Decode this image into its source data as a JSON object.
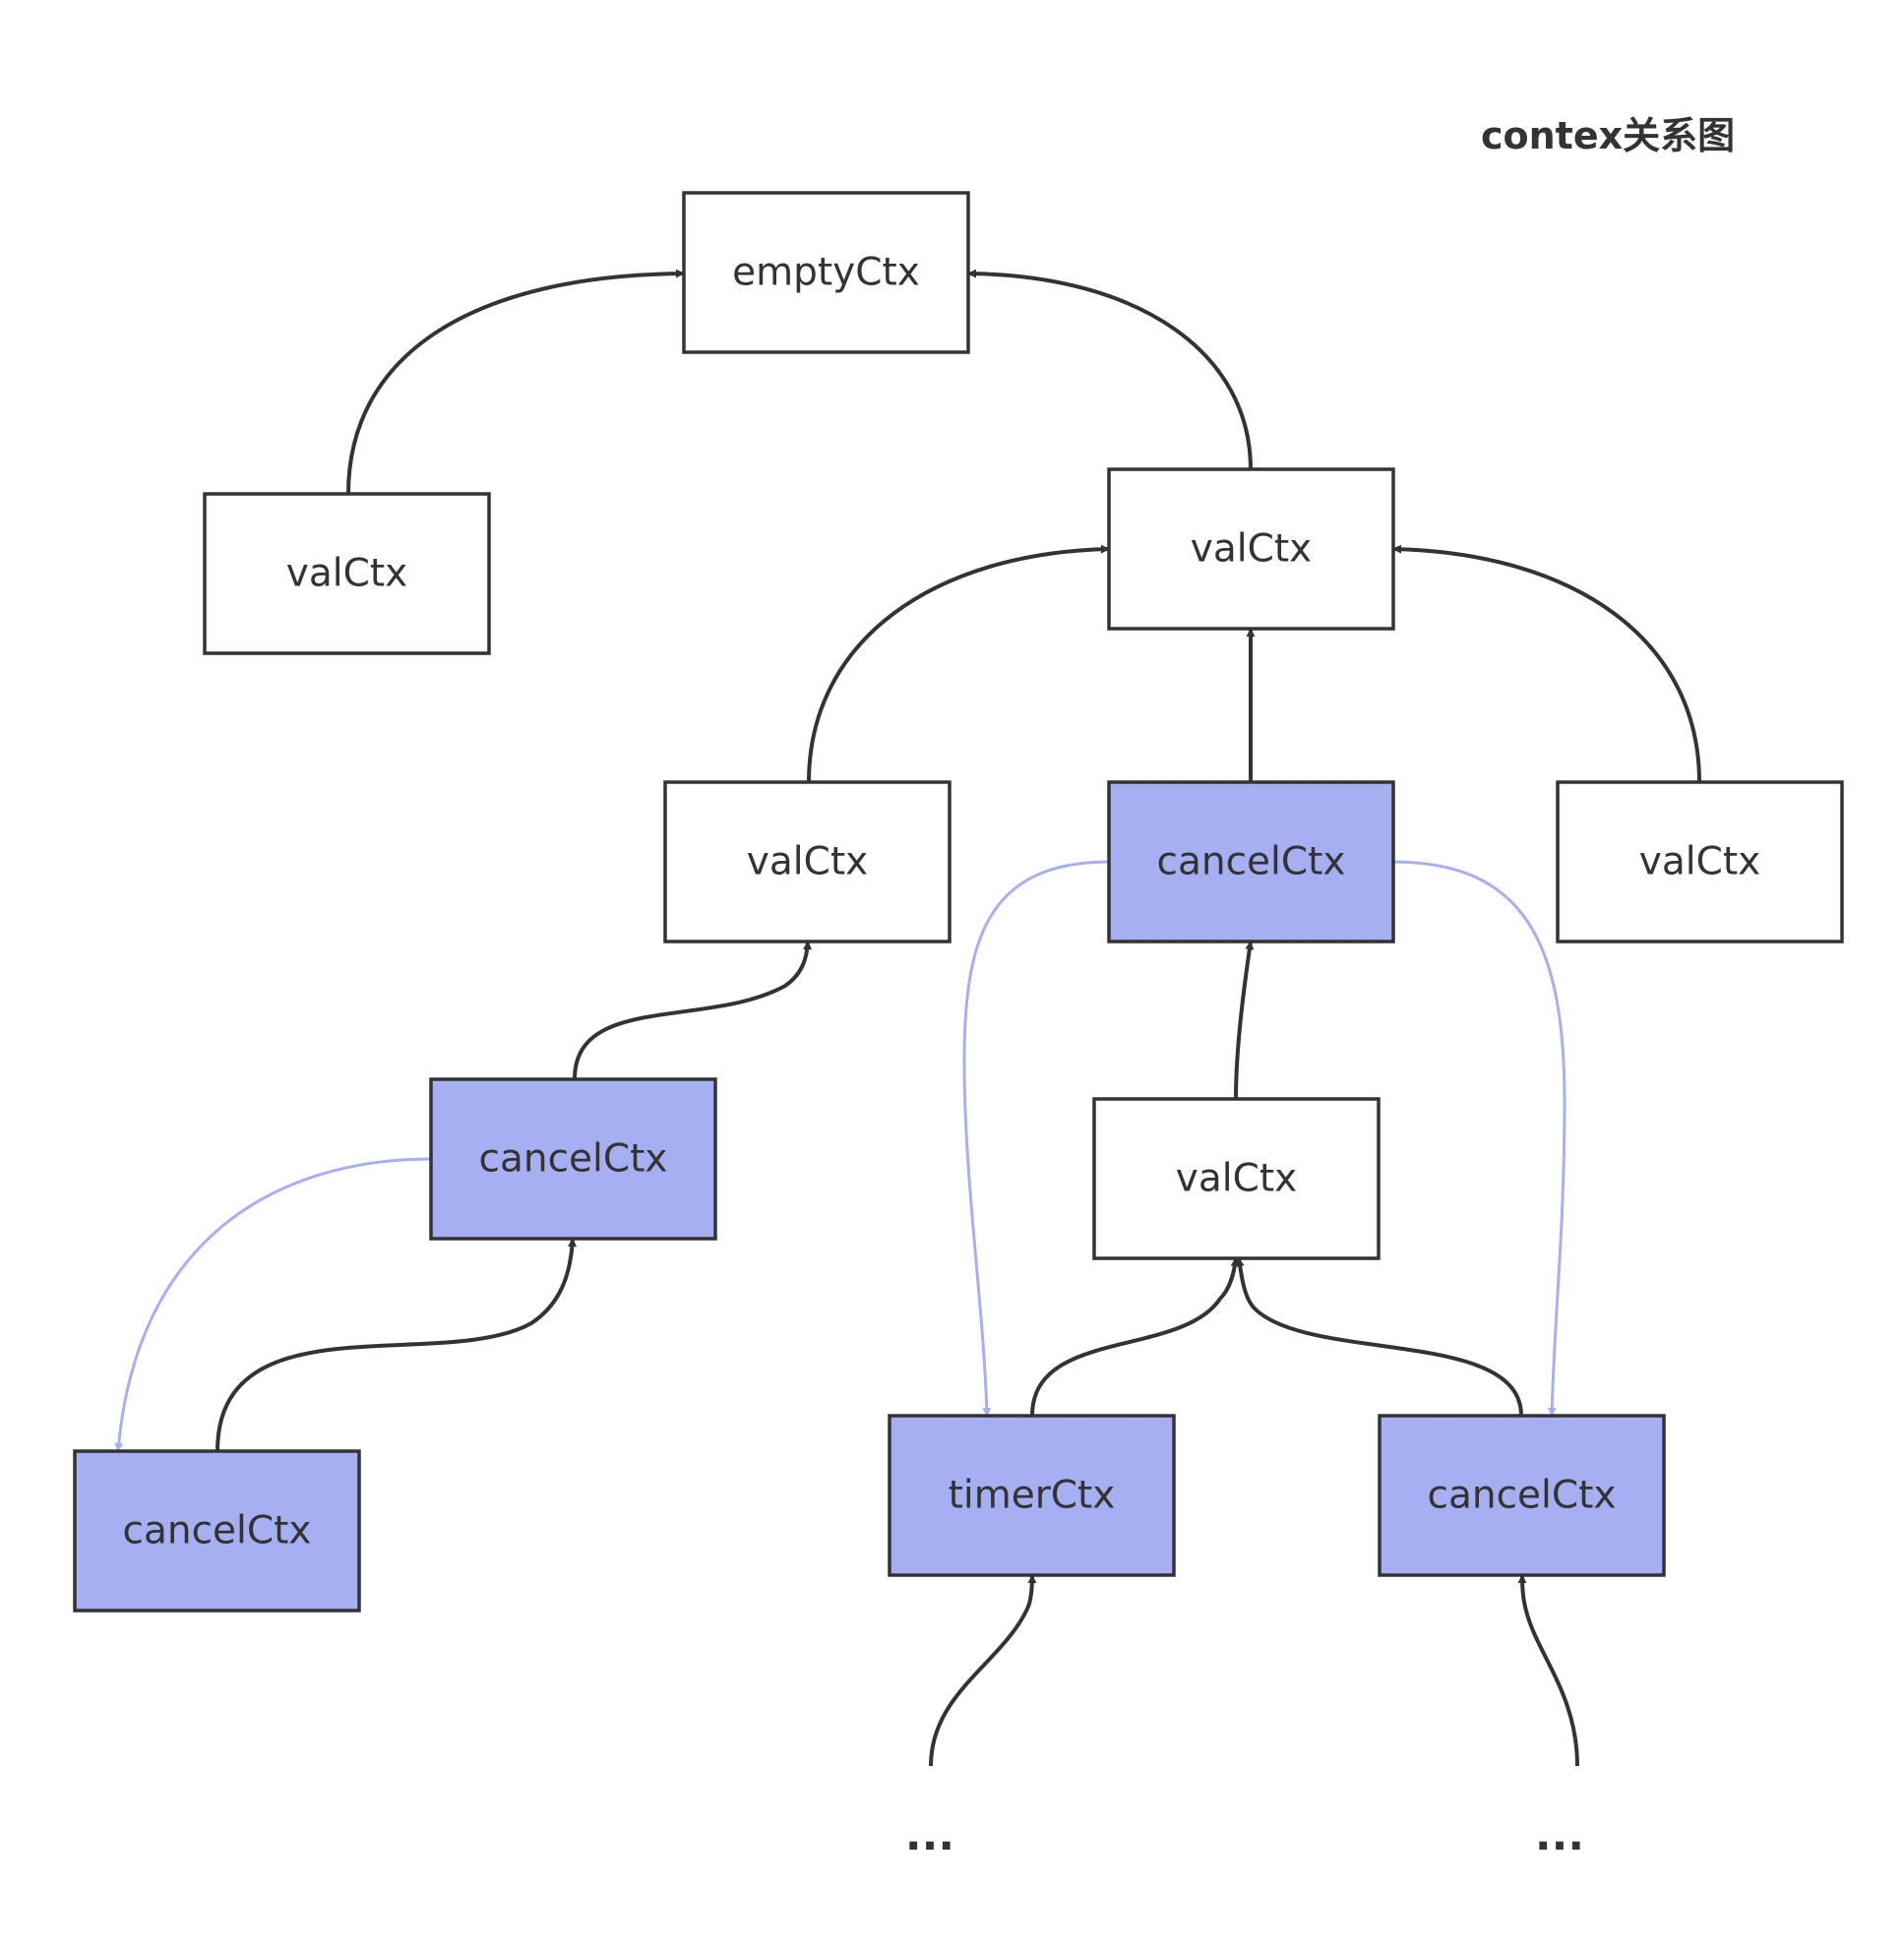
{
  "title": "contex关系图",
  "colors": {
    "plain_fill": "#ffffff",
    "cancel_fill": "#a6aff2",
    "border": "#333333",
    "edge_dark": "#333333",
    "edge_light": "#a6aff2"
  },
  "nodes": [
    {
      "id": "empty",
      "label": "emptyCtx",
      "kind": "plain"
    },
    {
      "id": "val_left",
      "label": "valCtx",
      "kind": "plain"
    },
    {
      "id": "val_top",
      "label": "valCtx",
      "kind": "plain"
    },
    {
      "id": "val_mid_left",
      "label": "valCtx",
      "kind": "plain"
    },
    {
      "id": "cancel_mid",
      "label": "cancelCtx",
      "kind": "cancel"
    },
    {
      "id": "val_mid_right",
      "label": "valCtx",
      "kind": "plain"
    },
    {
      "id": "cancel_left",
      "label": "cancelCtx",
      "kind": "cancel"
    },
    {
      "id": "val_center",
      "label": "valCtx",
      "kind": "plain"
    },
    {
      "id": "cancel_bottom_left",
      "label": "cancelCtx",
      "kind": "cancel"
    },
    {
      "id": "timer",
      "label": "timerCtx",
      "kind": "cancel"
    },
    {
      "id": "cancel_bottom_right",
      "label": "cancelCtx",
      "kind": "cancel"
    }
  ],
  "ellipses": [
    {
      "id": "more_left",
      "label": "..."
    },
    {
      "id": "more_right",
      "label": "..."
    }
  ],
  "edges": [
    {
      "from": "val_left",
      "to": "empty",
      "style": "dark"
    },
    {
      "from": "val_top",
      "to": "empty",
      "style": "dark"
    },
    {
      "from": "val_mid_left",
      "to": "val_top",
      "style": "dark"
    },
    {
      "from": "cancel_mid",
      "to": "val_top",
      "style": "dark"
    },
    {
      "from": "val_mid_right",
      "to": "val_top",
      "style": "dark"
    },
    {
      "from": "cancel_left",
      "to": "val_mid_left",
      "style": "dark"
    },
    {
      "from": "cancel_bottom_left",
      "to": "cancel_left",
      "style": "dark"
    },
    {
      "from": "cancel_left",
      "to": "cancel_bottom_left",
      "style": "light"
    },
    {
      "from": "val_center",
      "to": "cancel_mid",
      "style": "dark"
    },
    {
      "from": "timer",
      "to": "val_center",
      "style": "dark"
    },
    {
      "from": "cancel_bottom_right",
      "to": "val_center",
      "style": "dark"
    },
    {
      "from": "cancel_mid",
      "to": "timer",
      "style": "light"
    },
    {
      "from": "cancel_mid",
      "to": "cancel_bottom_right",
      "style": "light"
    },
    {
      "from": "more_left",
      "to": "timer",
      "style": "dark"
    },
    {
      "from": "more_right",
      "to": "cancel_bottom_right",
      "style": "dark"
    }
  ]
}
